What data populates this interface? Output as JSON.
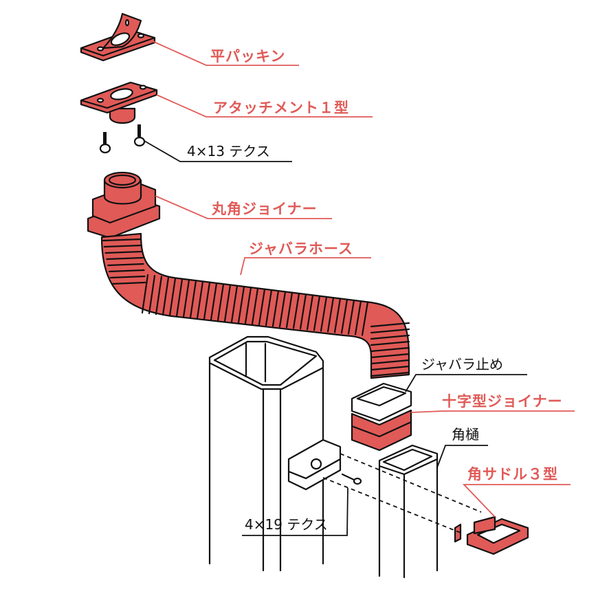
{
  "colors": {
    "part_red": "#e05a57",
    "outline": "#111111",
    "background": "#ffffff"
  },
  "labels": {
    "flat_packing": "平パッキン",
    "attachment_type1": "アタッチメント１型",
    "screw_4x13": "4×13 テクス",
    "round_square_joiner": "丸角ジョイナー",
    "bellows_hose": "ジャバラホース",
    "bellows_stopper": "ジャバラ止め",
    "cross_joiner": "十字型ジョイナー",
    "square_gutter": "角樋",
    "square_saddle_type3": "角サドル３型",
    "screw_4x19": "4×19 テクス"
  }
}
